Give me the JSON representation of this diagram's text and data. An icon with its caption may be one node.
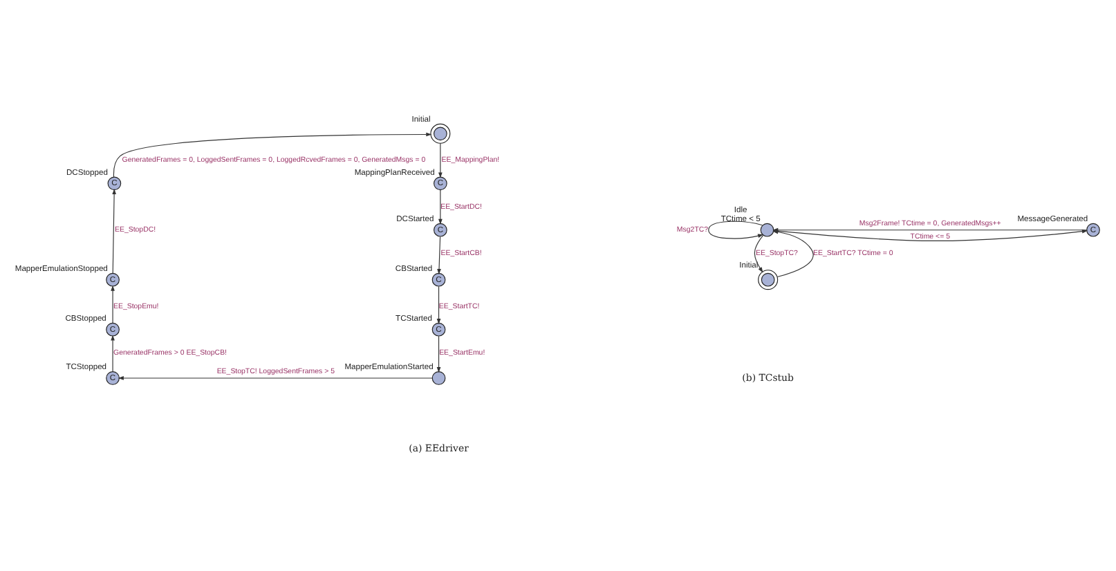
{
  "diagram": {
    "nodes": [
      {
        "text": [
          "C"
        ],
        "beside": [
          "DCStopped"
        ]
      },
      {
        "text": [],
        "shape": "doublecircle",
        "beside": [
          "Initial"
        ]
      },
      {
        "text": [
          "C"
        ],
        "beside": [
          "MappingPlanReceived"
        ]
      },
      {
        "text": [
          "C"
        ],
        "beside": [
          "DCStarted"
        ]
      },
      {
        "text": [
          "C"
        ],
        "beside": [
          "MapperEmulationStopped"
        ]
      },
      {
        "text": [
          "C"
        ],
        "beside": [
          "CBStarted"
        ]
      },
      {
        "text": [
          "C"
        ],
        "beside": [
          "CBStopped"
        ]
      },
      {
        "text": [
          "C"
        ],
        "beside": [
          "TCStarted"
        ]
      },
      {
        "text": [
          "C"
        ],
        "beside": [
          "TCStopped"
        ]
      },
      {
        "text": [],
        "shape": "circle",
        "beside": [
          "MapperEmulationStarted"
        ]
      },
      {
        "text": [],
        "shape": "circle",
        "beside": [
          "Idle",
          "TCtime < 5"
        ]
      },
      {
        "text": [
          "C"
        ],
        "beside": [
          "MessageGenerated"
        ]
      },
      {
        "text": [],
        "shape": "doublecircle",
        "beside": [
          "Initial"
        ]
      }
    ],
    "edges": [
      {
        "from": 0,
        "to": 1,
        "arrow": "to",
        "label": "GeneratedFrames = 0, LoggedSentFrames = 0, LoggedRcvedFrames = 0, GeneratedMsgs = 0"
      },
      {
        "from": 1,
        "to": 2,
        "arrow": "to",
        "label": "EE_MappingPlan!"
      },
      {
        "from": 2,
        "to": 3,
        "arrow": "to",
        "label": "EE_StartDC!"
      },
      {
        "from": 3,
        "to": 5,
        "arrow": "to",
        "label": "EE_StartCB!"
      },
      {
        "from": 5,
        "to": 7,
        "arrow": "to",
        "label": "EE_StartTC!"
      },
      {
        "from": 7,
        "to": 9,
        "arrow": "to",
        "label": "EE_StartEmu!"
      },
      {
        "from": 9,
        "to": 8,
        "arrow": "to",
        "label": "EE_StopTC! LoggedSentFrames > 5"
      },
      {
        "from": 8,
        "to": 6,
        "arrow": "to",
        "label": "GeneratedFrames > 0 EE_StopCB!"
      },
      {
        "from": 6,
        "to": 4,
        "arrow": "to",
        "label": "EE_StopEmu!"
      },
      {
        "from": 4,
        "to": 0,
        "arrow": "to",
        "label": "EE_StopDC!"
      },
      {
        "from": 10,
        "to": 10,
        "arrow": "to",
        "label": "Msg2TC?"
      },
      {
        "from": 11,
        "to": 10,
        "arrow": "to",
        "label": "Msg2Frame! TCtime = 0, GeneratedMsgs++"
      },
      {
        "from": 10,
        "to": 11,
        "arrow": "to",
        "label": "TCtime <= 5"
      },
      {
        "from": 12,
        "to": 10,
        "arrow": "to",
        "label": "EE_StartTC? TCtime = 0"
      },
      {
        "from": 10,
        "to": 12,
        "arrow": "to",
        "label": "EE_StopTC?"
      }
    ],
    "labels": [
      "(a) EEdriver",
      "(b) TCstub"
    ]
  }
}
